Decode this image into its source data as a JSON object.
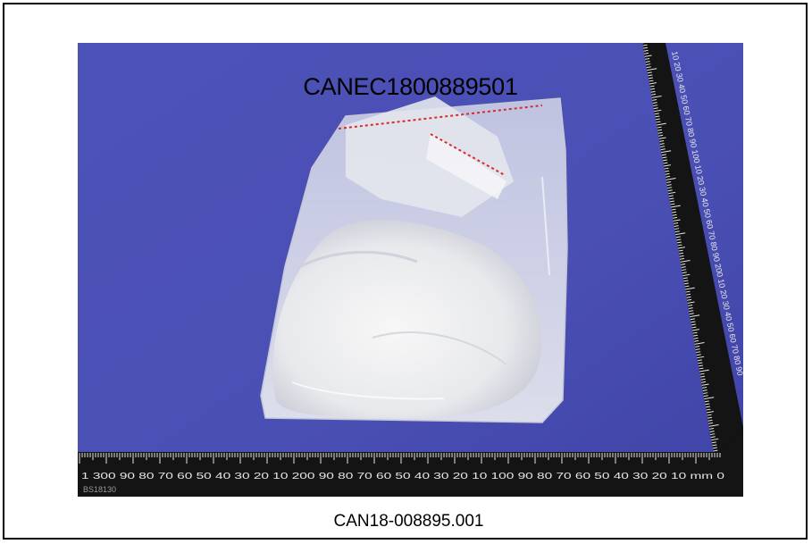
{
  "photo": {
    "label": "CANEC1800889501",
    "colors": {
      "background": "#4a4fb4",
      "ruler": "#141414",
      "ruler_marks": "#e6e6e6",
      "bag": "#eef0f2",
      "seal": "#d62b2b"
    },
    "ruler_bottom_marks": "1 300 90 80 70 60 50 40 30 20 10 200 90 80 70 60 50 40 30 20 10 100 90 80 70 60 50 40 30 20 10 mm 0",
    "ruler_side_marks": "10 20 30 40 50 60 70 80 90 100 10 20 30 40 50 60 70 80 90 200 10 20 30 40 50 60 70 80 90",
    "ruler_code": "BS18130"
  },
  "caption": "CAN18-008895.001"
}
